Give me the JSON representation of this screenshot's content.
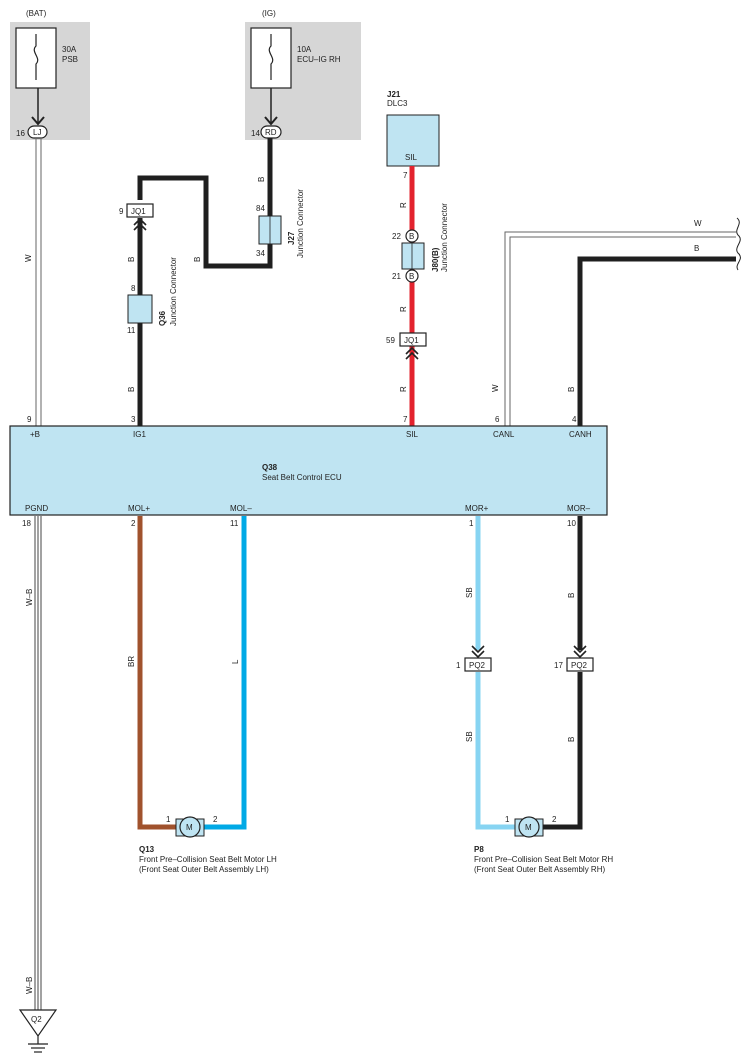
{
  "colors": {
    "black": "#1f1f1f",
    "red": "#e3232e",
    "brown": "#a0522d",
    "blue": "#00a9e6",
    "skyblue": "#87d4f2",
    "ecu_fill": "#bfe4f2",
    "fuse_bg": "#d6d6d6"
  },
  "fuses": {
    "bat": {
      "source": "(BAT)",
      "rating": "30A",
      "name": "PSB",
      "pin": "16",
      "conn": "LJ"
    },
    "ig": {
      "source": "(IG)",
      "rating": "10A",
      "name": "ECU–IG RH",
      "pin": "14",
      "conn": "RD"
    }
  },
  "dlc": {
    "id": "J21",
    "name": "DLC3",
    "terminal": "SIL"
  },
  "ecu": {
    "id": "Q38",
    "name": "Seat Belt Control ECU",
    "top_terminals": [
      {
        "pin": "9",
        "label": "+B"
      },
      {
        "pin": "3",
        "label": "IG1"
      },
      {
        "pin": "7",
        "label": "SIL"
      },
      {
        "pin": "6",
        "label": "CANL"
      },
      {
        "pin": "4",
        "label": "CANH"
      }
    ],
    "bottom_terminals": [
      {
        "pin": "18",
        "label": "PGND"
      },
      {
        "pin": "2",
        "label": "MOL+"
      },
      {
        "pin": "11",
        "label": "MOL–"
      },
      {
        "pin": "1",
        "label": "MOR+"
      },
      {
        "pin": "10",
        "label": "MOR–"
      }
    ]
  },
  "junctions": {
    "q36": {
      "id": "Q36",
      "name": "Junction Connector",
      "pin_top": "8",
      "pin_bottom": "11"
    },
    "j27": {
      "id": "J27",
      "name": "Junction Connector",
      "pin_top": "84",
      "pin_bottom": "34"
    },
    "j80": {
      "id": "J80(B)",
      "name": "Junction Connector",
      "pin_top": "22",
      "pin_bottom": "21",
      "tag": "B"
    }
  },
  "connectors": {
    "jq1_left": {
      "pin": "9",
      "name": "JQ1"
    },
    "jq1_right": {
      "pin": "59",
      "name": "JQ1"
    },
    "pq2_left": {
      "pin": "1",
      "name": "PQ2"
    },
    "pq2_right": {
      "pin": "17",
      "name": "PQ2"
    }
  },
  "dlc_pin": "7",
  "wire_colors": {
    "bat": "W",
    "ig_upper": "B",
    "ig_lower": "B",
    "ig_mid": "B",
    "ig1": "B",
    "sil_upper": "R",
    "sil_mid": "R",
    "sil_lower": "R",
    "canl": "W",
    "canh": "B",
    "can_w": "W",
    "can_b": "B",
    "pgnd_upper": "W–B",
    "pgnd_lower": "W–B",
    "mol_plus": "BR",
    "mol_minus": "L",
    "mor_plus_upper": "SB",
    "mor_plus_lower": "SB",
    "mor_minus_upper": "B",
    "mor_minus_lower": "B"
  },
  "motors": {
    "lh": {
      "id": "Q13",
      "symbol": "M",
      "pin_left": "1",
      "pin_right": "2",
      "name": "Front Pre–Collision Seat Belt Motor LH",
      "subname": "(Front Seat Outer Belt Assembly LH)"
    },
    "rh": {
      "id": "P8",
      "symbol": "M",
      "pin_left": "1",
      "pin_right": "2",
      "name": "Front Pre–Collision Seat Belt Motor RH",
      "subname": "(Front Seat Outer Belt Assembly RH)"
    }
  },
  "ground": {
    "id": "Q2"
  }
}
